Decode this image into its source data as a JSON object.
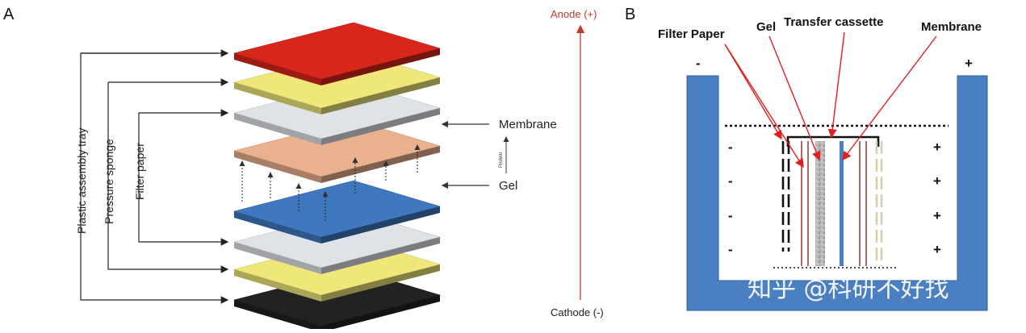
{
  "panel_a": {
    "letter": "A",
    "anode_label": "Anode (+)",
    "cathode_label": "Cathode (-)",
    "membrane_label": "Membrane",
    "gel_label": "Gel",
    "protein_label": "Protein",
    "left_labels": {
      "tray": "Plastic assembly tray",
      "sponge": "Pressure sponge",
      "filter": "Filter paper"
    },
    "layer_colors": {
      "red": "#d9261c",
      "yellow": "#efe77a",
      "grey": "#dfe2e6",
      "peach": "#e9b18d",
      "blue": "#3f78bf",
      "black": "#222222"
    },
    "arrow_color": "#c0392b"
  },
  "panel_b": {
    "letter": "B",
    "labels": {
      "filter_paper": "Filter Paper",
      "gel": "Gel",
      "transfer_cassette": "Transfer cassette",
      "membrane": "Membrane"
    },
    "minus": "-",
    "plus": "+",
    "tank_color": "#4a7fc1",
    "pointer_color": "#e02020"
  },
  "watermark": "知乎 @科研不好找"
}
